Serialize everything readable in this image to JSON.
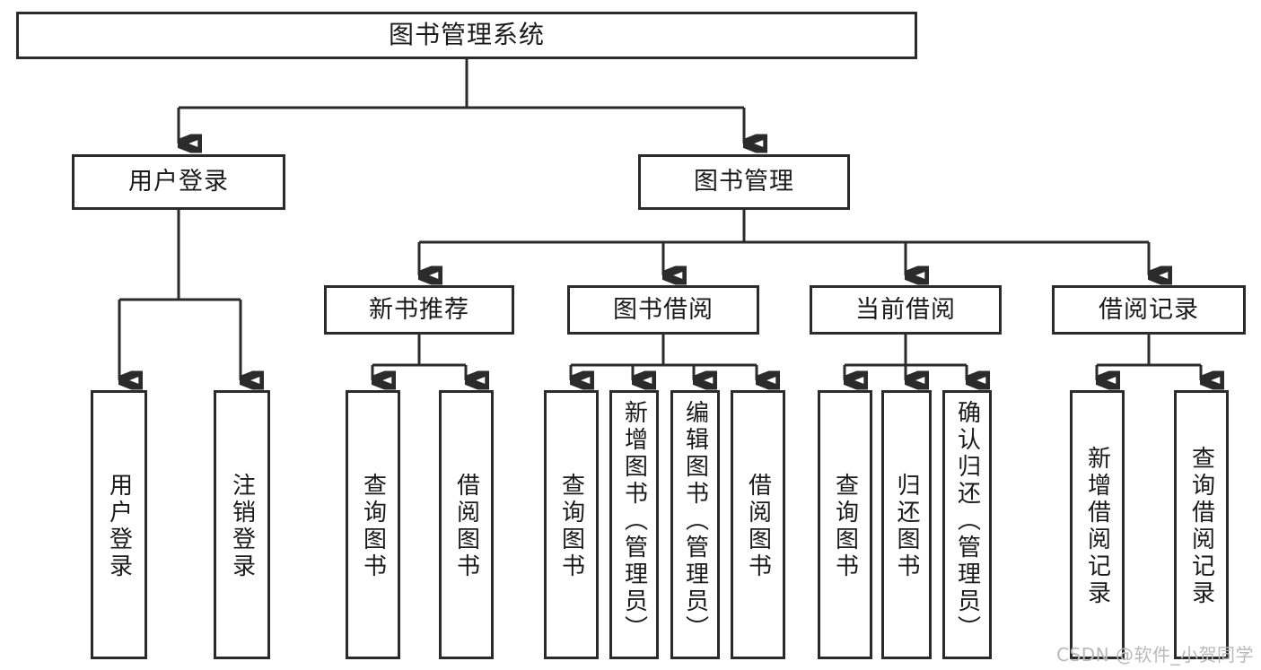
{
  "diagram": {
    "type": "tree",
    "title": "图书管理系统",
    "orientation": "top-down",
    "colors": {
      "box_border": "#2b2b2b",
      "box_fill": "#ffffff",
      "connector": "#2b2b2b",
      "background": "#ffffff",
      "watermark": "#b9b9b9"
    }
  },
  "root": {
    "label": "图书管理系统"
  },
  "level2": [
    {
      "id": "user-login",
      "label": "用户登录"
    },
    {
      "id": "book-management",
      "label": "图书管理"
    }
  ],
  "level3": [
    {
      "id": "new-book-recommend",
      "label": "新书推荐"
    },
    {
      "id": "book-borrow",
      "label": "图书借阅"
    },
    {
      "id": "current-borrow",
      "label": "当前借阅"
    },
    {
      "id": "borrow-record",
      "label": "借阅记录"
    }
  ],
  "leaves": {
    "user_login": [
      {
        "id": "leaf-user-login",
        "label": "用户登录"
      },
      {
        "id": "leaf-user-logout",
        "label": "注销登录"
      }
    ],
    "new_book_recommend": [
      {
        "id": "leaf-query-book-1",
        "label": "查询图书"
      },
      {
        "id": "leaf-borrow-book-1",
        "label": "借阅图书"
      }
    ],
    "book_borrow": [
      {
        "id": "leaf-query-book-2",
        "label": "查询图书"
      },
      {
        "id": "leaf-add-book",
        "label": "新增图书（管理员）"
      },
      {
        "id": "leaf-edit-book",
        "label": "编辑图书（管理员）"
      },
      {
        "id": "leaf-borrow-book-2",
        "label": "借阅图书"
      }
    ],
    "current_borrow": [
      {
        "id": "leaf-query-book-3",
        "label": "查询图书"
      },
      {
        "id": "leaf-return-book",
        "label": "归还图书"
      },
      {
        "id": "leaf-confirm-return",
        "label": "确认归还（管理员）"
      }
    ],
    "borrow_record": [
      {
        "id": "leaf-add-record",
        "label": "新增借阅记录"
      },
      {
        "id": "leaf-query-record",
        "label": "查询借阅记录"
      }
    ]
  },
  "watermark": {
    "text": "CSDN @软件_小贺同学"
  }
}
